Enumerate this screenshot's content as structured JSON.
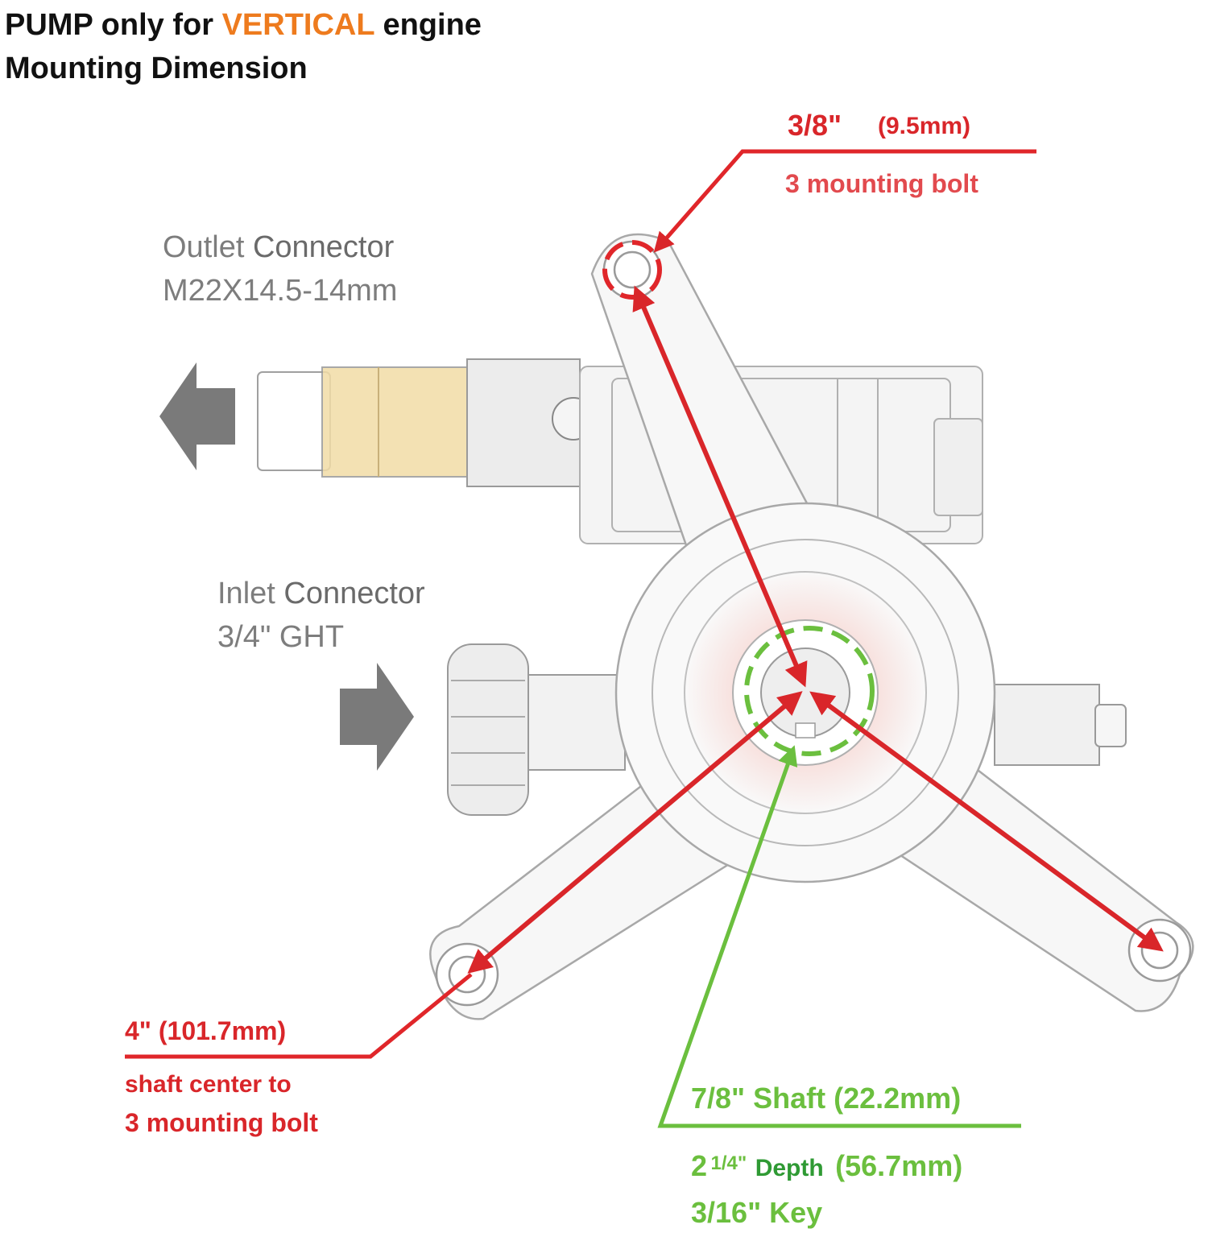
{
  "title": {
    "line1_prefix": "PUMP only for",
    "line1_highlight": "VERTICAL",
    "line1_suffix": "engine",
    "line2": "Mounting Dimension",
    "highlight_color": "#ee7b1e"
  },
  "outlet": {
    "label_a": "Outlet",
    "label_b": "Connector",
    "spec": "M22X14.5-14mm"
  },
  "inlet": {
    "label_a": "Inlet",
    "label_b": "Connector",
    "spec": "3/4\" GHT"
  },
  "bolt_size": {
    "imperial": "3/8\"",
    "metric": "(9.5mm)",
    "caption": "3 mounting bolt"
  },
  "bolt_distance": {
    "imperial": "4\"",
    "metric": "(101.7mm)",
    "caption_line1": "shaft center to",
    "caption_line2": "3 mounting bolt"
  },
  "shaft": {
    "diameter": "7/8\" Shaft (22.2mm)",
    "depth_whole": "2",
    "depth_fraction": "1/4\"",
    "depth_word": "Depth",
    "depth_metric": "(56.7mm)",
    "key": "3/16\" Key"
  },
  "colors": {
    "red": "#d9262a",
    "green": "#6bbf3e",
    "arrow_gray": "#7a7a7a",
    "brass": "#f2dca6"
  }
}
